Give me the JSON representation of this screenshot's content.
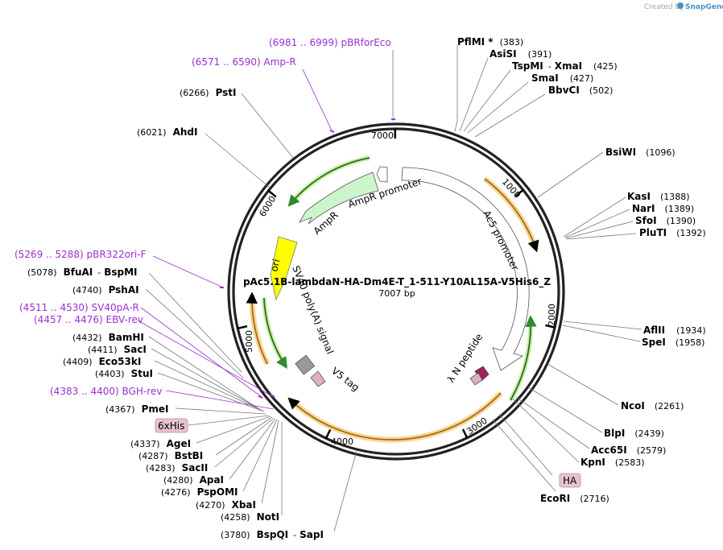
{
  "brand": {
    "prefix": "Created by",
    "name": "SnapGene"
  },
  "plasmid": {
    "name": "pAc5.1B-lambdaN-HA-Dm4E-T_1-511-Y10AL15A-V5His6_Z",
    "length": "7007 bp"
  },
  "ticks": [
    "1000",
    "2000",
    "3000",
    "4000",
    "5000",
    "6000",
    "7000"
  ],
  "features": [
    {
      "label": "AmpR promoter",
      "color": "#ffffff"
    },
    {
      "label": "AmpR",
      "color": "#ccf5cc"
    },
    {
      "label": "ori",
      "color": "#ffff00"
    },
    {
      "label": "Ac5 promoter",
      "color": "#ffffff"
    },
    {
      "label": "SV40 poly(A) signal",
      "color": "#999999"
    },
    {
      "label": "V5 tag",
      "color": "#e0b0c0"
    },
    {
      "label": "λ N peptide",
      "color": "#a0205a"
    }
  ],
  "boxed_features": [
    {
      "label": "6xHis"
    },
    {
      "label": "HA"
    }
  ],
  "primers": [
    {
      "range": "(6981 .. 6999)",
      "name": "pBRforEco"
    },
    {
      "range": "(6571 .. 6590)",
      "name": "Amp-R"
    },
    {
      "range": "(5269 .. 5288)",
      "name": "pBR322ori-F"
    },
    {
      "range": "(4511 .. 4530)",
      "name": "SV40pA-R"
    },
    {
      "range": "(4457 .. 4476)",
      "name": "EBV-rev"
    },
    {
      "range": "(4383 .. 4400)",
      "name": "BGH-rev"
    }
  ],
  "sites_right": [
    {
      "name": "PflMI *",
      "pos": "(383)"
    },
    {
      "name": "AsiSI",
      "pos": "(391)"
    },
    {
      "name": "TspMI",
      "name2": "XmaI",
      "pos": "(425)"
    },
    {
      "name": "SmaI",
      "pos": "(427)"
    },
    {
      "name": "BbvCI",
      "pos": "(502)"
    },
    {
      "name": "BsiWI",
      "pos": "(1096)"
    },
    {
      "name": "KasI",
      "pos": "(1388)"
    },
    {
      "name": "NarI",
      "pos": "(1389)"
    },
    {
      "name": "SfoI",
      "pos": "(1390)"
    },
    {
      "name": "PluTI",
      "pos": "(1392)"
    },
    {
      "name": "AflII",
      "pos": "(1934)"
    },
    {
      "name": "SpeI",
      "pos": "(1958)"
    },
    {
      "name": "NcoI",
      "pos": "(2261)"
    },
    {
      "name": "BlpI",
      "pos": "(2439)"
    },
    {
      "name": "Acc65I",
      "pos": "(2579)"
    },
    {
      "name": "KpnI",
      "pos": "(2583)"
    },
    {
      "name": "EcoRI",
      "pos": "(2716)"
    }
  ],
  "sites_left": [
    {
      "name": "PstI",
      "pos": "(6266)"
    },
    {
      "name": "AhdI",
      "pos": "(6021)"
    },
    {
      "name": "BfuAI",
      "name2": "BspMI",
      "pos": "(5078)"
    },
    {
      "name": "PshAI",
      "pos": "(4740)"
    },
    {
      "name": "BamHI",
      "pos": "(4432)"
    },
    {
      "name": "SacI",
      "pos": "(4411)"
    },
    {
      "name": "Eco53kI",
      "pos": "(4409)"
    },
    {
      "name": "StuI",
      "pos": "(4403)"
    },
    {
      "name": "PmeI",
      "pos": "(4367)"
    },
    {
      "name": "AgeI",
      "pos": "(4337)"
    },
    {
      "name": "BstBI",
      "pos": "(4287)"
    },
    {
      "name": "SacII",
      "pos": "(4283)"
    },
    {
      "name": "ApaI",
      "pos": "(4280)"
    },
    {
      "name": "PspOMI",
      "pos": "(4276)"
    },
    {
      "name": "XbaI",
      "pos": "(4270)"
    },
    {
      "name": "NotI",
      "pos": "(4258)"
    },
    {
      "name": "BspQI",
      "name2": "SapI",
      "pos": "(3780)"
    }
  ],
  "colors": {
    "primer": "#9a2fd1",
    "orf": "#f0a030",
    "feature_green": "#2e8b2e",
    "backbone": "#222222"
  }
}
